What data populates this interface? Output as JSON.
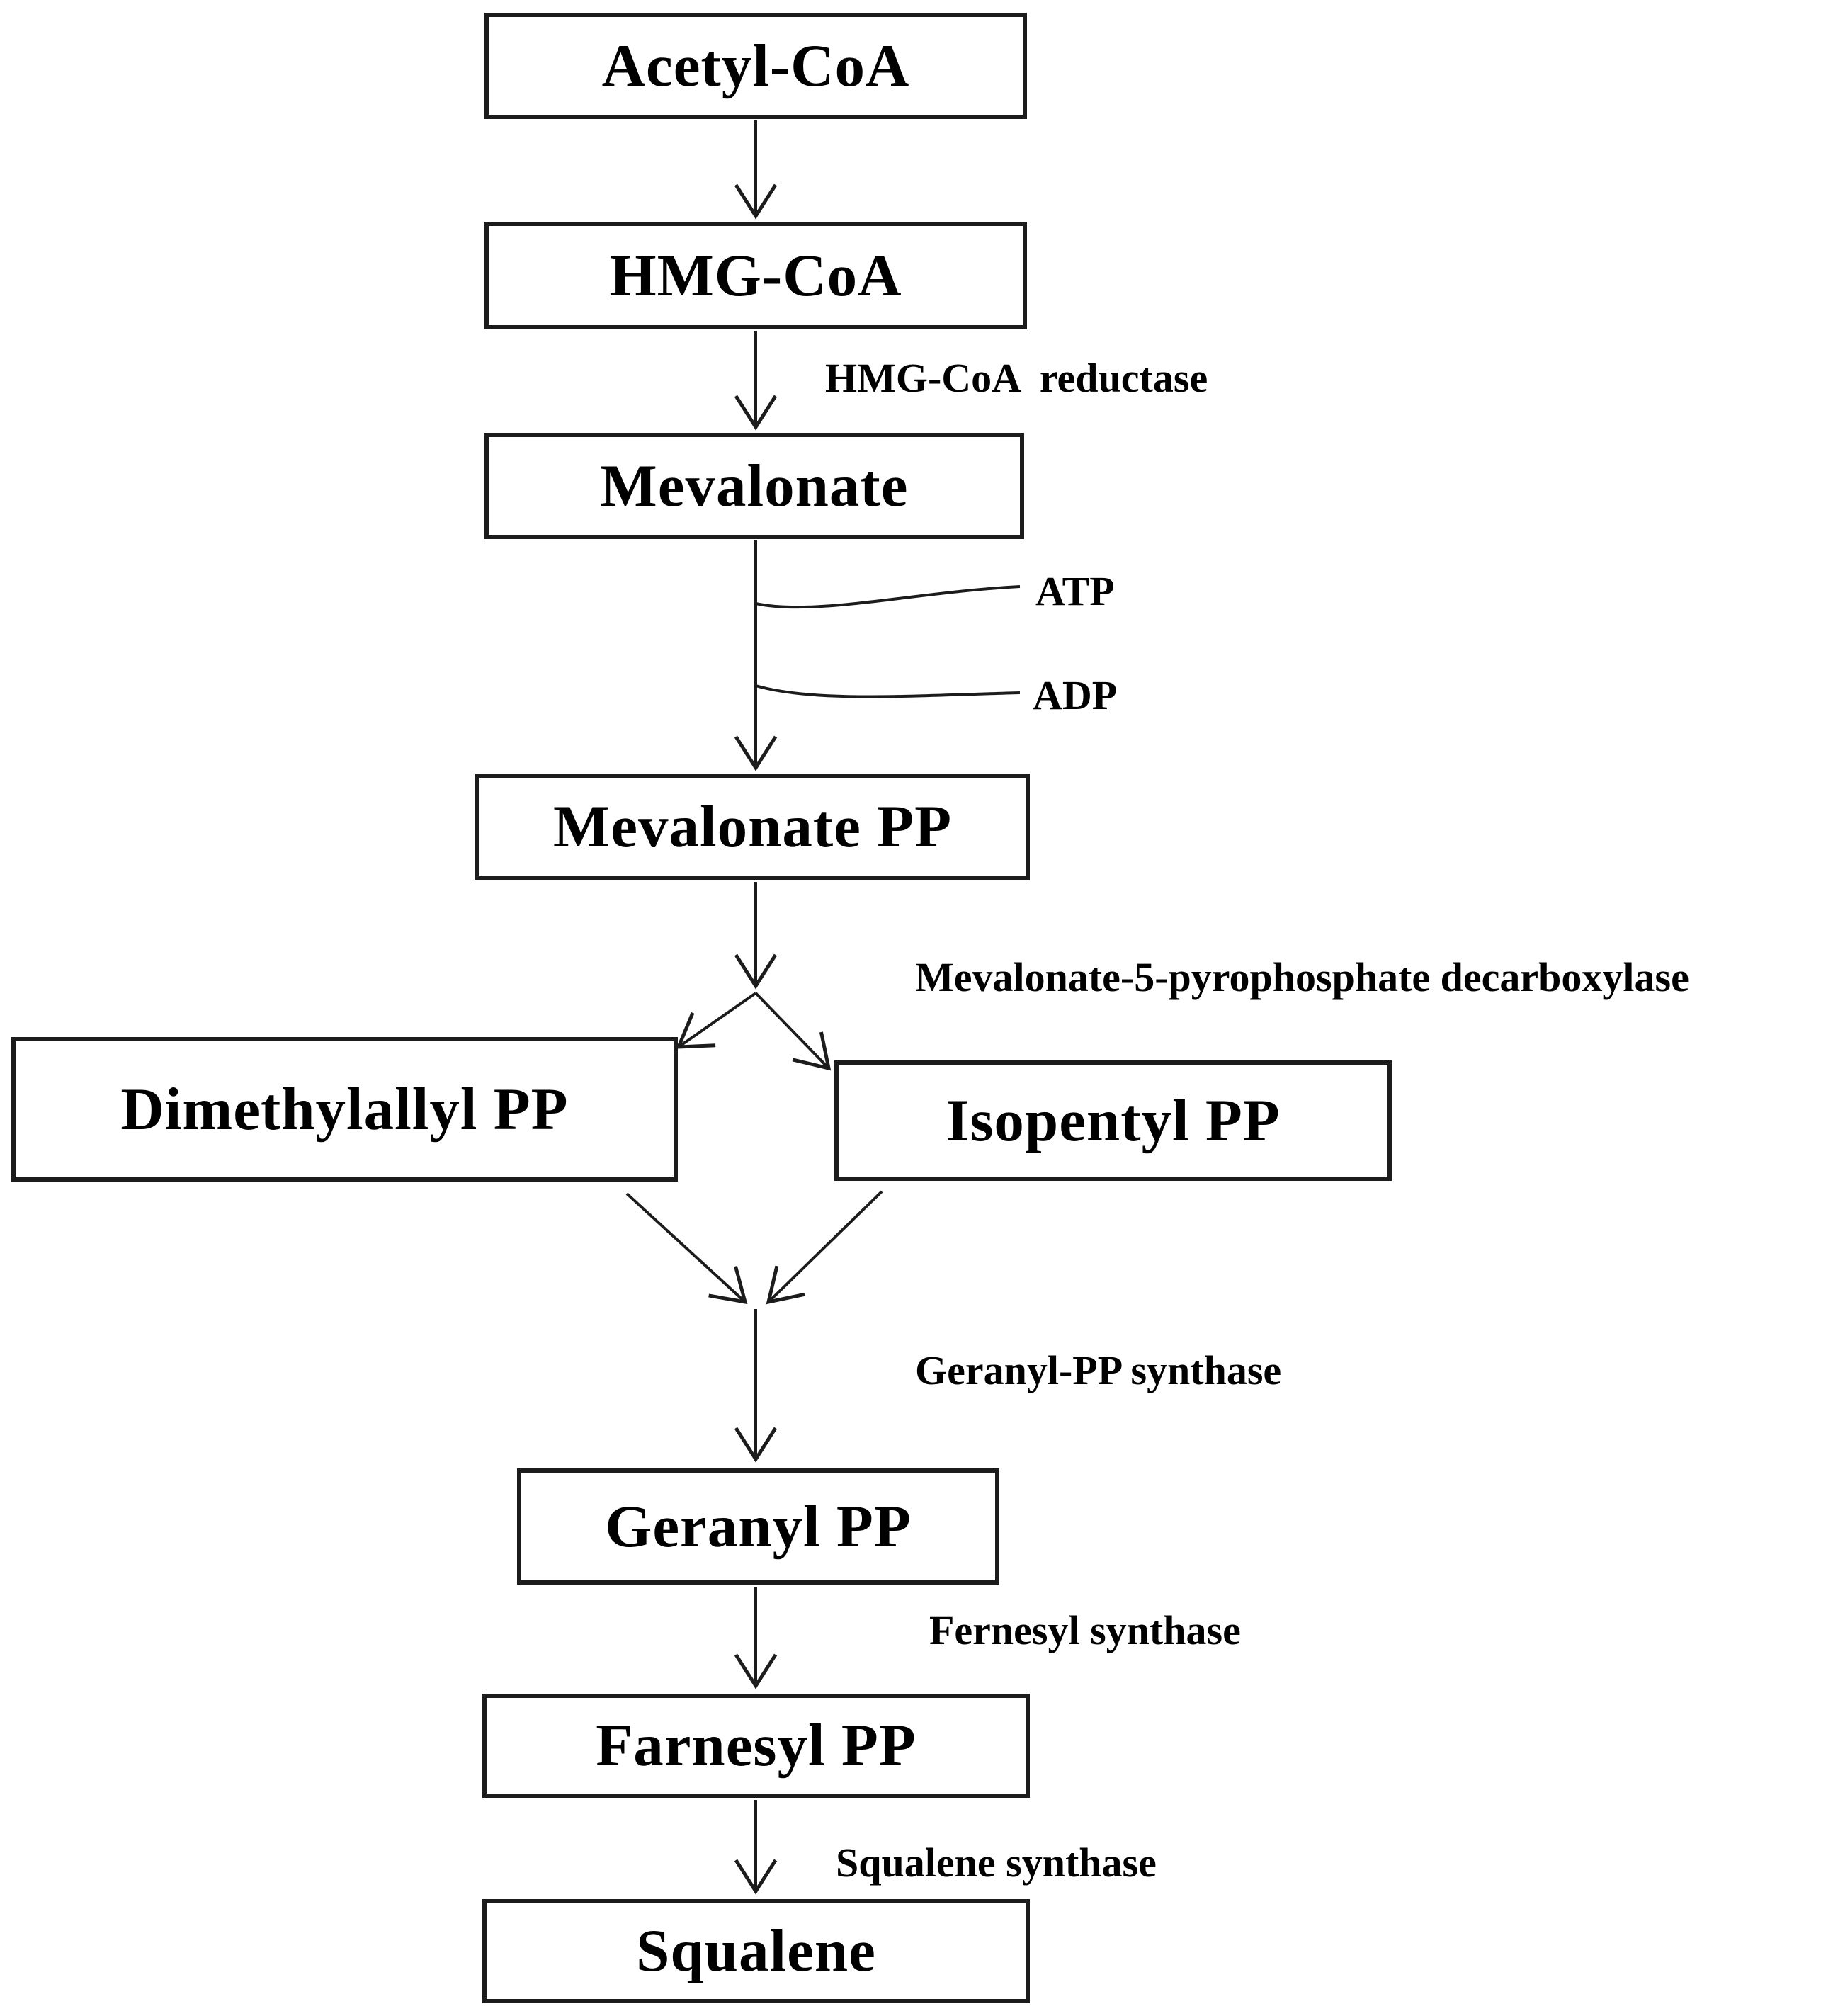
{
  "diagram": {
    "type": "flowchart",
    "orientation": "top-down",
    "colors": {
      "background": "#ffffff",
      "box_border": "#1c1c1c",
      "line": "#1c1c1c",
      "text": "#000000"
    }
  },
  "nodes": {
    "acetyl_coa": "Acetyl-CoA",
    "hmg_coa": "HMG-CoA",
    "mevalonate": "Mevalonate",
    "mevalonate_pp": "Mevalonate PP",
    "dimethylallyl_pp": "Dimethylallyl PP",
    "isopentyl_pp": "Isopentyl PP",
    "geranyl_pp": "Geranyl PP",
    "farnesyl_pp": "Farnesyl PP",
    "squalene": "Squalene"
  },
  "enzymes": {
    "hmg_coa_reductase": "HMG-CoA  reductase",
    "mevalonate_5_pyrophosphate_decarboxylase": "Mevalonate-5-pyrophosphate decarboxylase",
    "geranyl_pp_synthase": "Geranyl-PP synthase",
    "fernesyl_synthase": "Fernesyl synthase",
    "squalene_synthase": "Squalene synthase"
  },
  "cofactors": {
    "atp": "ATP",
    "adp": "ADP"
  },
  "edges": [
    {
      "from": "Acetyl-CoA",
      "to": "HMG-CoA"
    },
    {
      "from": "HMG-CoA",
      "to": "Mevalonate",
      "enzyme": "HMG-CoA  reductase"
    },
    {
      "from": "Mevalonate",
      "to": "Mevalonate PP",
      "consumes": "ATP",
      "produces": "ADP"
    },
    {
      "from": "Mevalonate PP",
      "to": "Dimethylallyl PP",
      "enzyme": "Mevalonate-5-pyrophosphate decarboxylase"
    },
    {
      "from": "Mevalonate PP",
      "to": "Isopentyl PP",
      "enzyme": "Mevalonate-5-pyrophosphate decarboxylase"
    },
    {
      "from": "Dimethylallyl PP + Isopentyl PP",
      "to": "Geranyl PP",
      "enzyme": "Geranyl-PP synthase"
    },
    {
      "from": "Geranyl PP",
      "to": "Farnesyl PP",
      "enzyme": "Fernesyl synthase"
    },
    {
      "from": "Farnesyl PP",
      "to": "Squalene",
      "enzyme": "Squalene synthase"
    }
  ]
}
